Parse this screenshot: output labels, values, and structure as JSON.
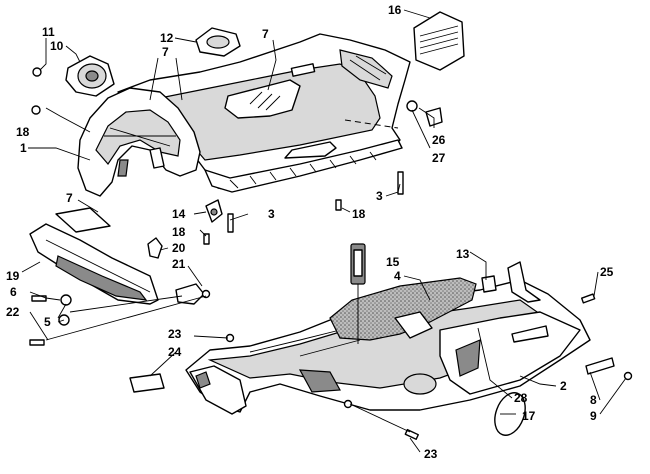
{
  "callouts": [
    {
      "id": "c11a",
      "text": "11"
    },
    {
      "id": "c10",
      "text": "10"
    },
    {
      "id": "c12",
      "text": "12"
    },
    {
      "id": "c7a",
      "text": "7"
    },
    {
      "id": "c7b",
      "text": "7"
    },
    {
      "id": "c16",
      "text": "16"
    },
    {
      "id": "c18a",
      "text": "18"
    },
    {
      "id": "c1",
      "text": "1"
    },
    {
      "id": "c26",
      "text": "26"
    },
    {
      "id": "c27",
      "text": "27"
    },
    {
      "id": "c3a",
      "text": "3"
    },
    {
      "id": "c18b",
      "text": "18"
    },
    {
      "id": "c7c",
      "text": "7"
    },
    {
      "id": "c14",
      "text": "14"
    },
    {
      "id": "c3b",
      "text": "3"
    },
    {
      "id": "c18c",
      "text": "18"
    },
    {
      "id": "c20",
      "text": "20"
    },
    {
      "id": "c21",
      "text": "21"
    },
    {
      "id": "c19",
      "text": "19"
    },
    {
      "id": "c6",
      "text": "6"
    },
    {
      "id": "c22",
      "text": "22"
    },
    {
      "id": "c5",
      "text": "5"
    },
    {
      "id": "c15",
      "text": "15"
    },
    {
      "id": "c13",
      "text": "13"
    },
    {
      "id": "c4",
      "text": "4"
    },
    {
      "id": "c25",
      "text": "25"
    },
    {
      "id": "c23a",
      "text": "23"
    },
    {
      "id": "c24",
      "text": "24"
    },
    {
      "id": "c2",
      "text": "2"
    },
    {
      "id": "c8",
      "text": "8"
    },
    {
      "id": "c9",
      "text": "9"
    },
    {
      "id": "c28",
      "text": "28"
    },
    {
      "id": "c17",
      "text": "17"
    },
    {
      "id": "c23b",
      "text": "23"
    }
  ]
}
